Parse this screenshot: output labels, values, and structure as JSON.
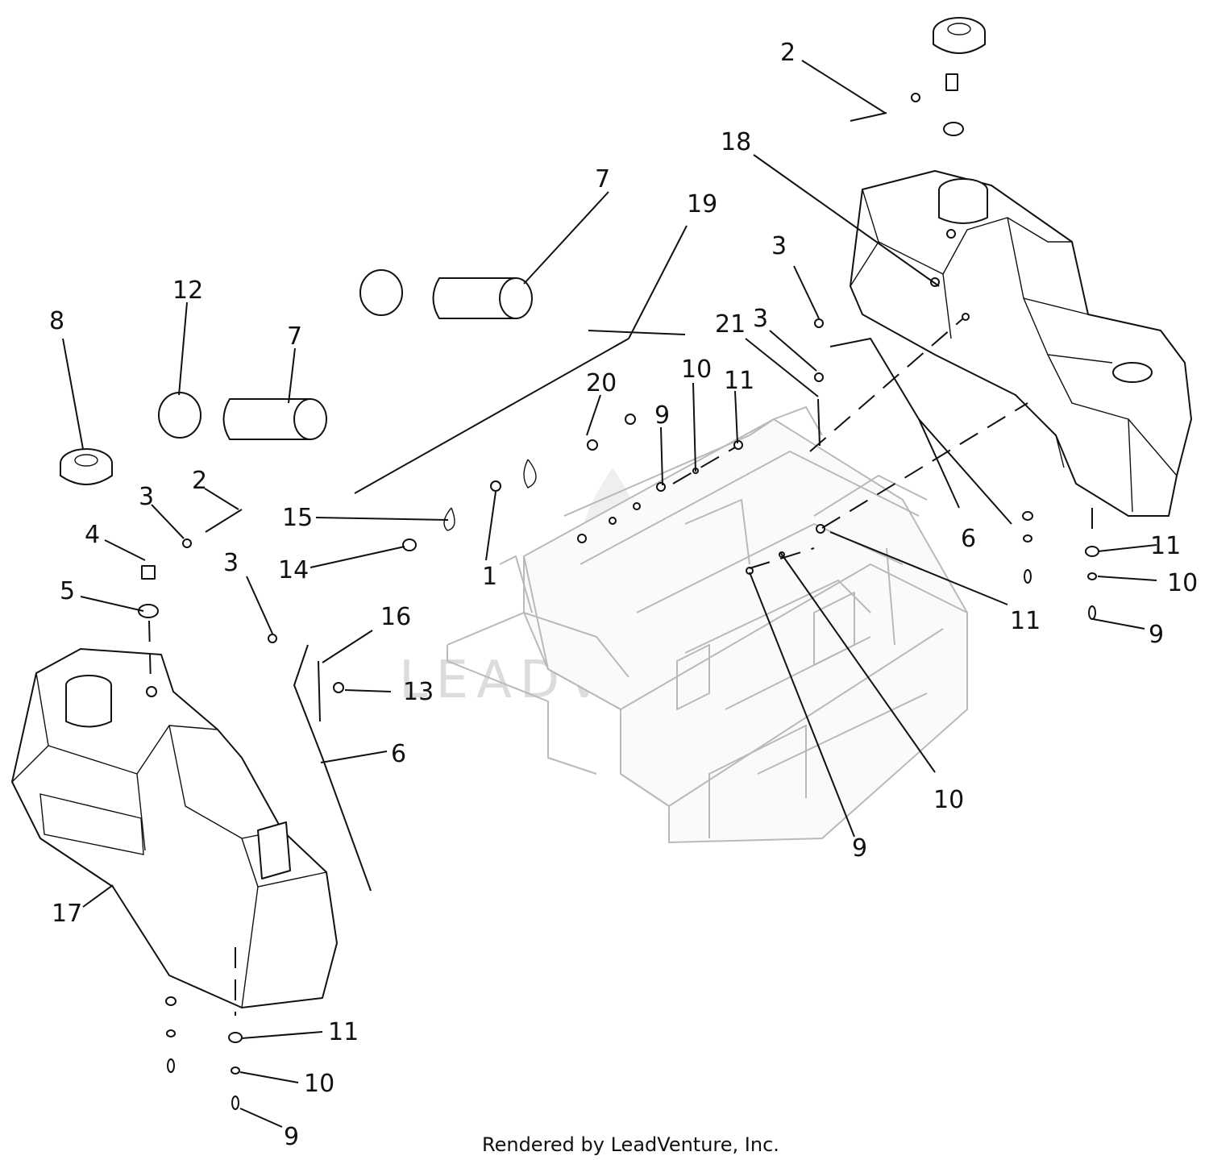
{
  "diagram": {
    "callouts": [
      "1",
      "2",
      "2",
      "3",
      "3",
      "3",
      "3",
      "4",
      "5",
      "6",
      "6",
      "7",
      "7",
      "8",
      "9",
      "9",
      "9",
      "9",
      "10",
      "10",
      "10",
      "10",
      "11",
      "11",
      "11",
      "11",
      "12",
      "13",
      "14",
      "15",
      "16",
      "17",
      "18",
      "19",
      "20",
      "21"
    ],
    "watermark": "LEADVENTURE",
    "footer": "Rendered by LeadVenture, Inc."
  }
}
